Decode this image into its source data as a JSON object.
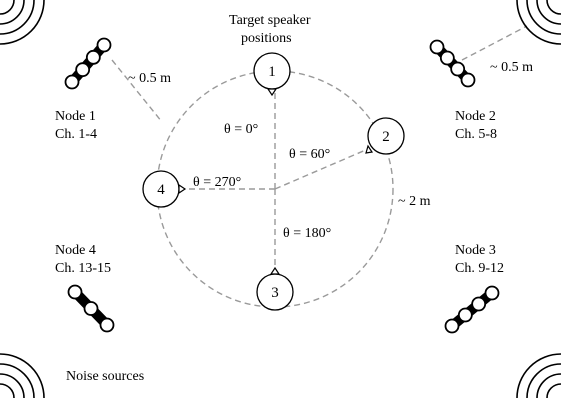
{
  "caption": {
    "line1": "Target speaker",
    "line2": "positions"
  },
  "speakers": [
    {
      "label": "1",
      "angle_text": "θ = 0°"
    },
    {
      "label": "2",
      "angle_text": "θ = 60°"
    },
    {
      "label": "3",
      "angle_text": "θ = 180°"
    },
    {
      "label": "4",
      "angle_text": "θ = 270°"
    }
  ],
  "nodes": [
    {
      "name": "Node 1",
      "channels": "Ch. 1-4",
      "mics": 4
    },
    {
      "name": "Node 2",
      "channels": "Ch. 5-8",
      "mics": 4
    },
    {
      "name": "Node 3",
      "channels": "Ch. 9-12",
      "mics": 4
    },
    {
      "name": "Node 4",
      "channels": "Ch. 13-15",
      "mics": 3
    }
  ],
  "distances": {
    "node1_to_circle": "~ 0.5 m",
    "node2_to_circle": "~ 0.5 m",
    "radius": "~ 2 m"
  },
  "noise_label": "Noise sources",
  "colors": {
    "line": "#000000",
    "dashed": "#9a9a9a",
    "background": "#ffffff"
  },
  "icons": [
    "loudspeaker-icon",
    "microphone-array-icon",
    "noise-source-icon"
  ]
}
